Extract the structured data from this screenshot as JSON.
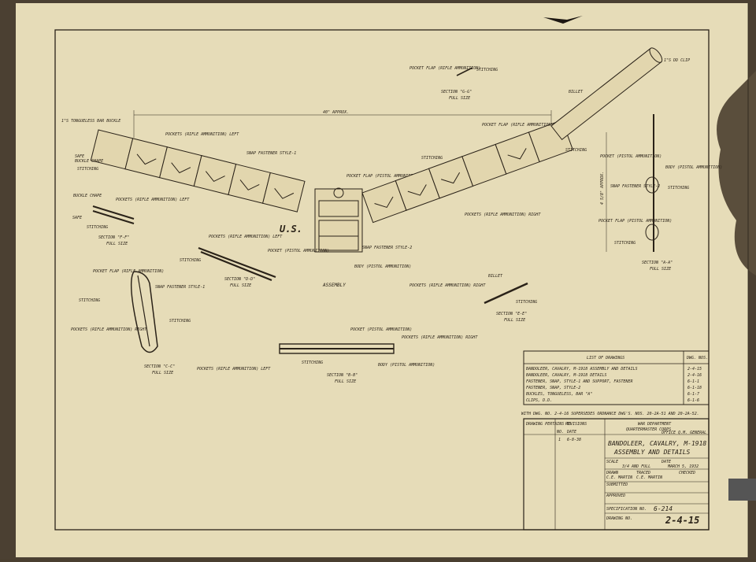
{
  "drawing": {
    "labels": {
      "approx_length": "40\" APPROX.",
      "tongueless_bar_buckle": "1\"S TONGUELESS BAR BUCKLE",
      "safe": "SAFE",
      "buckle_chape": "BUCKLE CHAPE",
      "stitching": "STITCHING",
      "pockets_rifle_left": "POCKETS (RIFLE AMMUNITION) LEFT",
      "snap_fastener_1": "SNAP FASTENER STYLE-1",
      "snap_fastener_2": "SNAP FASTENER STYLE-2",
      "pocket_flap_pistol": "POCKET FLAP (PISTOL AMMUNITION)",
      "pocket_pistol": "POCKET (PISTOL AMMUNITION)",
      "body_pistol": "BODY (PISTOL AMMUNITION)",
      "pocket_flap_rifle": "POCKET FLAP (RIFLE AMMUNITION)",
      "pockets_rifle_right": "POCKETS (RIFLE AMMUNITION) RIGHT",
      "billet": "BILLET",
      "clip_1s_dd": "1\"S DD CLIP",
      "us_mark": "U.S.",
      "assembly": "ASSEMBLY",
      "approx_height": "4 5/8\" APPROX."
    },
    "sections": {
      "aa": "SECTION \"A-A\"",
      "bb": "SECTION \"B-B\"",
      "cc": "SECTION \"C-C\"",
      "dd": "SECTION \"D-D\"",
      "ee": "SECTION \"E-E\"",
      "ff": "SECTION \"F-F\"",
      "gg": "SECTION \"G-G\"",
      "full_size": "FULL SIZE"
    },
    "side_view": {
      "pocket_pistol": "POCKET (PISTOL AMMUNITION)",
      "body_pistol": "BODY (PISTOL AMMUNITION)",
      "snap_fastener_2": "SNAP FASTENER STYLE-2",
      "stitching": "STITCHING",
      "pocket_flap_pistol": "POCKET FLAP (PISTOL AMMUNITION)"
    }
  },
  "drawings_list": {
    "title": "LIST OF DRAWINGS",
    "dwg_header": "DWG. NOS.",
    "rows": [
      {
        "desc": "BANDOLEER, CAVALRY,   M-1918 ASSEMBLY AND DETAILS",
        "no": "2-4-15"
      },
      {
        "desc": "BANDOLEER, CAVALRY,   M-1918 DETAILS",
        "no": "2-4-16"
      },
      {
        "desc": "FASTENER, SNAP, STYLE-1 AND SUPPORT, FASTENER",
        "no": "6-1-1"
      },
      {
        "desc": "FASTENER, SNAP, STYLE-2",
        "no": "6-1-18"
      },
      {
        "desc": "BUCKLES, TONGUELESS, BAR \"A\"",
        "no": "6-1-7"
      },
      {
        "desc": "CLIPS, D.D.",
        "no": "6-1-6"
      }
    ]
  },
  "supersedes_note": "WITH DWG. NO. 2-4-16 SUPERSEDES ORDNANCE DWG'S. NOS. 20-2A-51 AND 20-2A-52.",
  "title_block": {
    "drawing_pertains_to": "DRAWING PERTAINS TO",
    "revisions": "REVISIONS",
    "rev_no": "NO.",
    "rev_date": "DATE",
    "rev_entry_no": "1",
    "rev_entry_date": "6-8-38",
    "department": "WAR DEPARTMENT",
    "corps": "QUARTERMASTER CORPS",
    "office": "OFFICE Q.M. GENERAL",
    "title_line1": "BANDOLEER, CAVALRY, M-1918",
    "title_line2": "ASSEMBLY AND DETAILS",
    "scale_label": "SCALE",
    "scale_value": "3/4 AND FULL",
    "date_label": "DATE",
    "date_value": "MARCH 5, 1932",
    "drawn_label": "DRAWN",
    "drawn_value": "C.E. MARTIN",
    "traced_label": "TRACED",
    "traced_value": "C.E. MARTIN",
    "checked_label": "CHECKED",
    "submitted_label": "SUBMITTED",
    "approved_label": "APPROVED",
    "specification_label": "SPECIFICATION NO.",
    "specification_value": "6-214",
    "drawing_no_label": "DRAWING NO.",
    "drawing_no_value": "2-4-15"
  }
}
